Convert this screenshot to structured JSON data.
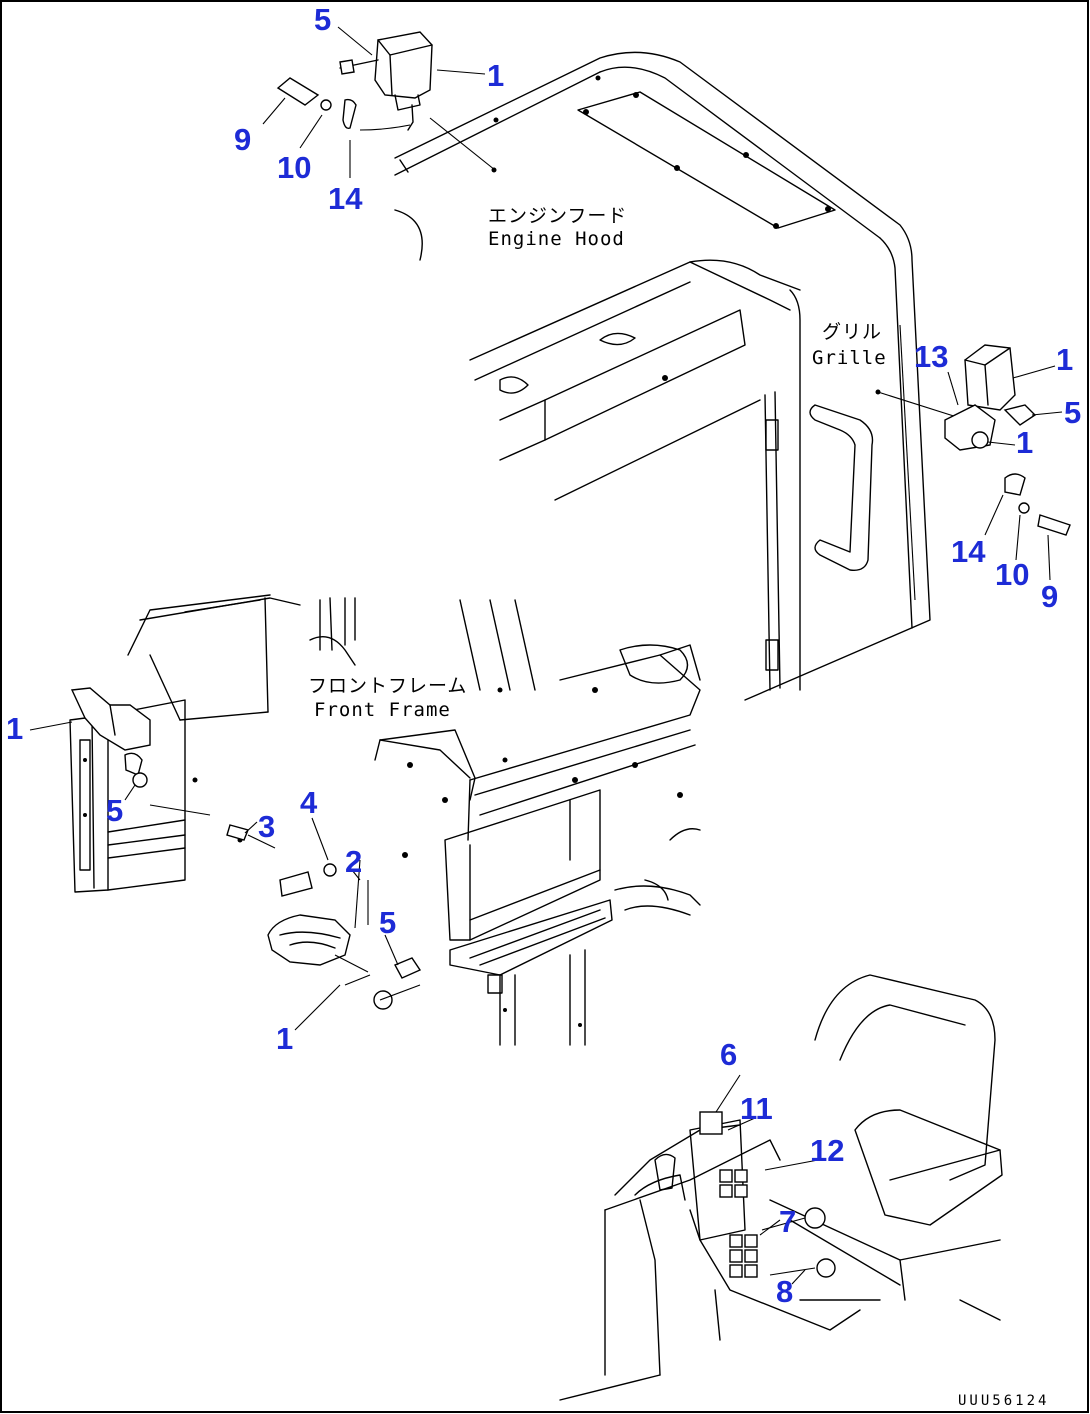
{
  "callouts": [
    {
      "id": "5",
      "text": "5"
    },
    {
      "id": "1",
      "text": "1"
    },
    {
      "id": "9",
      "text": "9"
    },
    {
      "id": "10",
      "text": "10"
    },
    {
      "id": "14",
      "text": "14"
    },
    {
      "id": "13",
      "text": "13"
    },
    {
      "id": "2",
      "text": "2"
    },
    {
      "id": "3",
      "text": "3"
    },
    {
      "id": "4",
      "text": "4"
    },
    {
      "id": "6",
      "text": "6"
    },
    {
      "id": "7",
      "text": "7"
    },
    {
      "id": "8",
      "text": "8"
    },
    {
      "id": "11",
      "text": "11"
    },
    {
      "id": "12",
      "text": "12"
    }
  ],
  "labels": {
    "engine_hood_jp": "エンジンフード",
    "engine_hood_en": "Engine Hood",
    "grille_jp": "グリル",
    "grille_en": "Grille",
    "front_frame_jp": "フロントフレーム",
    "front_frame_en": "Front Frame"
  },
  "drawing_code": "UUU56124",
  "colors": {
    "callout": "#1d2bd6",
    "line": "#000000",
    "background": "#ffffff"
  }
}
